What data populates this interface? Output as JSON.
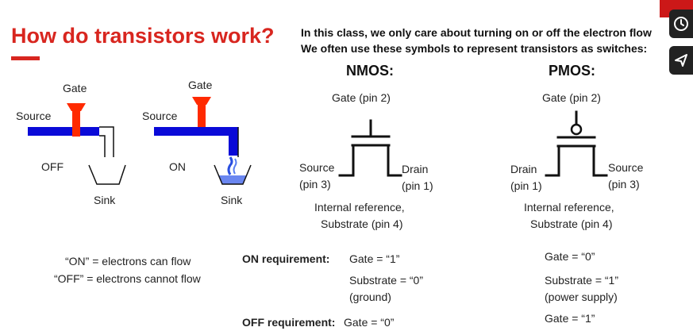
{
  "title": "How do transistors work?",
  "intro": {
    "line1": "In this class, we only care about turning on or off the electron flow",
    "line2": "We often use these symbols to represent transistors as switches:"
  },
  "left": {
    "off": {
      "gate": "Gate",
      "source": "Source",
      "state": "OFF",
      "sink": "Sink"
    },
    "on": {
      "gate": "Gate",
      "source": "Source",
      "state": "ON",
      "sink": "Sink"
    },
    "legend_on": "“ON” = electrons can flow",
    "legend_off": "“OFF” = electrons cannot flow"
  },
  "nmos": {
    "header": "NMOS:",
    "gate": "Gate (pin 2)",
    "source": "Source",
    "source_pin": "(pin 3)",
    "drain": "Drain",
    "drain_pin": "(pin 1)",
    "ref1": "Internal reference,",
    "ref2": "Substrate (pin 4)"
  },
  "pmos": {
    "header": "PMOS:",
    "gate": "Gate (pin 2)",
    "drain": "Drain",
    "drain_pin": "(pin 1)",
    "source": "Source",
    "source_pin": "(pin 3)",
    "ref1": "Internal reference,",
    "ref2": "Substrate (pin 4)"
  },
  "requirements": {
    "on_label": "ON requirement:",
    "on_nmos_gate": "Gate = “1”",
    "on_nmos_sub": "Substrate = “0”",
    "on_nmos_sub_note": "(ground)",
    "pmos_gate_on": "Gate = “0”",
    "pmos_sub": "Substrate = “1”",
    "pmos_sub_note": "(power supply)",
    "off_label": "OFF requirement:",
    "off_nmos_gate": "Gate = “0”",
    "pmos_gate_off": "Gate = “1”"
  },
  "colors": {
    "accent": "#d8261f",
    "pipe": "#0a0ad8",
    "valve": "#ff2a00"
  },
  "side_icons": [
    "clock-icon",
    "send-icon"
  ]
}
